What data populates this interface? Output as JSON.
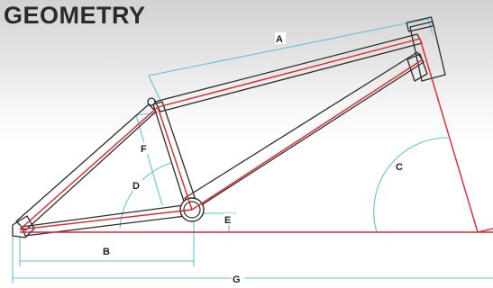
{
  "title": "GEOMETRY",
  "labels": {
    "A": "A",
    "B": "B",
    "C": "C",
    "D": "D",
    "E": "E",
    "F": "F",
    "G": "G"
  },
  "colors": {
    "frame_outline": "#2b2b2b",
    "centerline": "#e0242b",
    "dimension": "#5fc3d8",
    "title": "#2a2a2a"
  }
}
